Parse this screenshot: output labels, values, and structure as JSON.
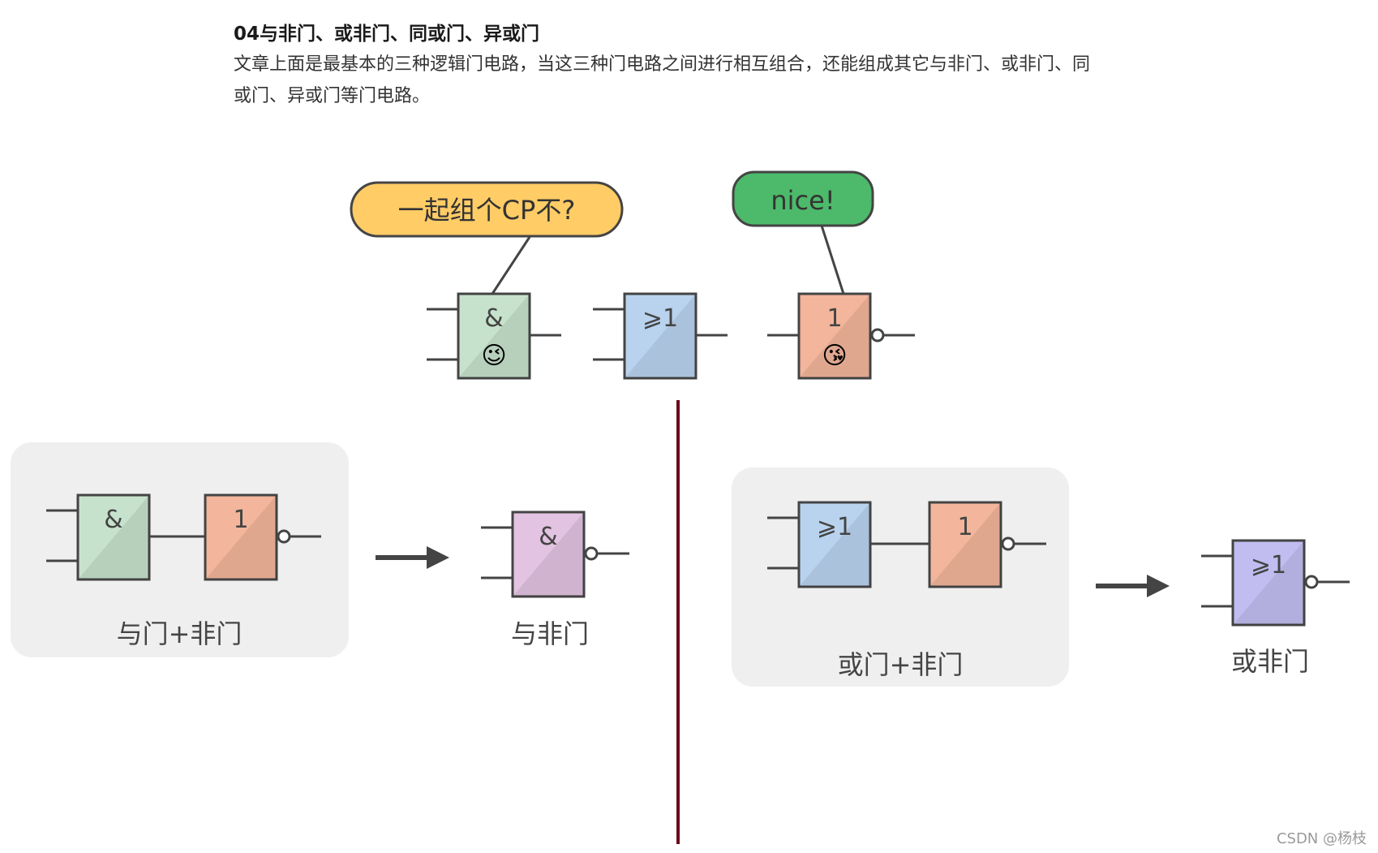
{
  "article": {
    "heading": "04与非门、或非门、同或门、异或门",
    "body": "文章上面是最基本的三种逻辑门电路，当这三种门电路之间进行相互组合，还能组成其它与非门、或非门、同或门、异或门等门电路。"
  },
  "bubbles": {
    "and_bubble": "一起组个CP不?",
    "not_bubble": "nice!"
  },
  "gate_symbols": {
    "and": "&",
    "or": "⩾1",
    "not": "1"
  },
  "emoji": {
    "wink": "😉",
    "kiss": "😘"
  },
  "combos": {
    "left_group_label": "与门+非门",
    "left_result_label": "与非门",
    "right_group_label": "或门+非门",
    "right_result_label": "或非门"
  },
  "watermark": "CSDN @杨枝",
  "colors": {
    "and_gate": "#c7e2cc",
    "or_gate": "#b9d3ee",
    "not_gate": "#f3b59b",
    "nand_gate": "#e2c3e1",
    "nor_gate": "#c1bdf0",
    "yellow_bubble": "#ffcc66",
    "green_bubble": "#4cba6a",
    "group_bg": "#efefef",
    "divider": "#6b0a1a",
    "wire": "#444444"
  }
}
